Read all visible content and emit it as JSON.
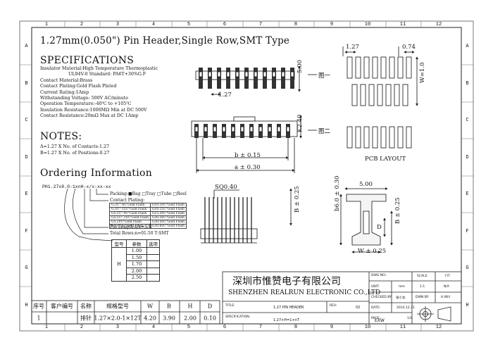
{
  "title": "1.27mm(0.050\") Pin Header,Single Row,SMT Type",
  "ruler": {
    "cols": [
      "1",
      "2",
      "3",
      "4",
      "5",
      "6",
      "7",
      "8",
      "9",
      "10",
      "11",
      "12"
    ],
    "rows": [
      "A",
      "B",
      "C",
      "D",
      "E",
      "F",
      "G",
      "H"
    ]
  },
  "specs": {
    "heading": "SPECIFICATIONS",
    "lines": [
      "Insulator Material:High Temperature Thermoplastic",
      "                    UL94V-0 Standard: PA6T+30%G.F",
      "Contact Material:Brass",
      "Contact Plating:Gold Flash Plated",
      "Current Rating:1Amp",
      "Withstanding Voltage: 500V AC/minute",
      "Operation Temperature:-40℃ to +105℃",
      "Insulation Resistance:1000MΩ  Min   at DC 500V",
      "Contact Resistance:20mΩ  Max  at DC 1Amp"
    ]
  },
  "notes": {
    "heading": "NOTES:",
    "lines": [
      "A=1.27 X No. of Contacts-1.27",
      "B=1.27 X No. of Positions-0.27"
    ]
  },
  "ordering": {
    "heading": "Ordering Information",
    "code": "PH1.27x8.0-1xnH-x/x-xx-xx",
    "packing": "Packing:■Bag □Tray □Tube □Reel",
    "plating_label": "Contact Plating:",
    "plating_rows": [
      [
        "G:3U\"-AU Gold Flash",
        "G10:10U\"Gold Flash"
      ],
      [
        "G:3U\"-15U\"Gold Flash",
        "G10:15U\"Gold Flash"
      ],
      [
        "G5:3U\"-4U\"Gold Flash",
        "G15:30U\"Gold Flash"
      ],
      [
        "G5:5U\"-10U\"Gold Flash",
        "G30:30U\"Gold Flash"
      ],
      [
        "G5:20U\"Gold Flash",
        "G30:50U\"Gold Flash"
      ],
      [
        "G10:30U\"Gold Flash",
        "G30:60U\"Gold Flash"
      ]
    ],
    "pin_length": "Pin Length:x/x=S/B",
    "total_rows": "Total Rows:n=01-50  T:SMT"
  },
  "param_table": {
    "headers": [
      "型号",
      "参数",
      "选项"
    ],
    "type_label": "H",
    "values": [
      "1.00",
      "1.50",
      "1.70",
      "2.00",
      "2.50"
    ]
  },
  "drawing": {
    "fig1_label": "图一",
    "fig2_label": "图二",
    "pitch": "1.27",
    "height_500": "5.00",
    "height_k240": "K2.40",
    "dim_b": "b ± 0.15",
    "dim_a": "a ± 0.30",
    "pcb_pitch": "1.27",
    "pcb_pad_w": "0.74",
    "pcb_pad_len": "W=1.0",
    "pcb_caption": "PCB LAYOUT",
    "sq": "SQ0.40",
    "dim_B": "B ± 0.25",
    "dim_500b": "5.00",
    "dim_b630": "b6.0 ± 0.30",
    "dim_B2": "B ± 0.25",
    "dim_D": "D",
    "dim_W": "W ± 0.25"
  },
  "bottom_table": {
    "headers": [
      "序号",
      "客户编号",
      "名称",
      "规格型号",
      "W",
      "B",
      "H",
      "D"
    ],
    "row": [
      "1",
      "",
      "排针",
      "1.27×2.0-1×12T",
      "4.20",
      "3.90",
      "2.00",
      "0.10"
    ]
  },
  "title_block": {
    "company_cn": "深圳市惟赞电子有限公司",
    "company_en": "SHENZHEN REALRUN ELECTRONIC CO.,LTD",
    "title_label": "TITLE:",
    "title_value": "1.27 PIN HEADER",
    "spec_label": "SPECIFICATION:",
    "spec_value": "1.27×H=1×nT",
    "rev_label": "REV:",
    "rev_value": "02",
    "date_label": "DATE:",
    "date_value": "2014.12.31",
    "dwg_label": "DWG NO.:",
    "unit_label": "UNIT:",
    "unit_value": "mm",
    "scale_label": "SCALE:",
    "scale_value": "1:1",
    "fit_label": "FIT",
    "fit_value": "N/A",
    "checked_label": "CHECKED BY:",
    "checked_value": "张小龙",
    "dwn_label": "DWN BY:",
    "dwn_value": "H.Will",
    "page_label": "PAGE:",
    "page_value": "1/1",
    "part_code": "EXW"
  }
}
